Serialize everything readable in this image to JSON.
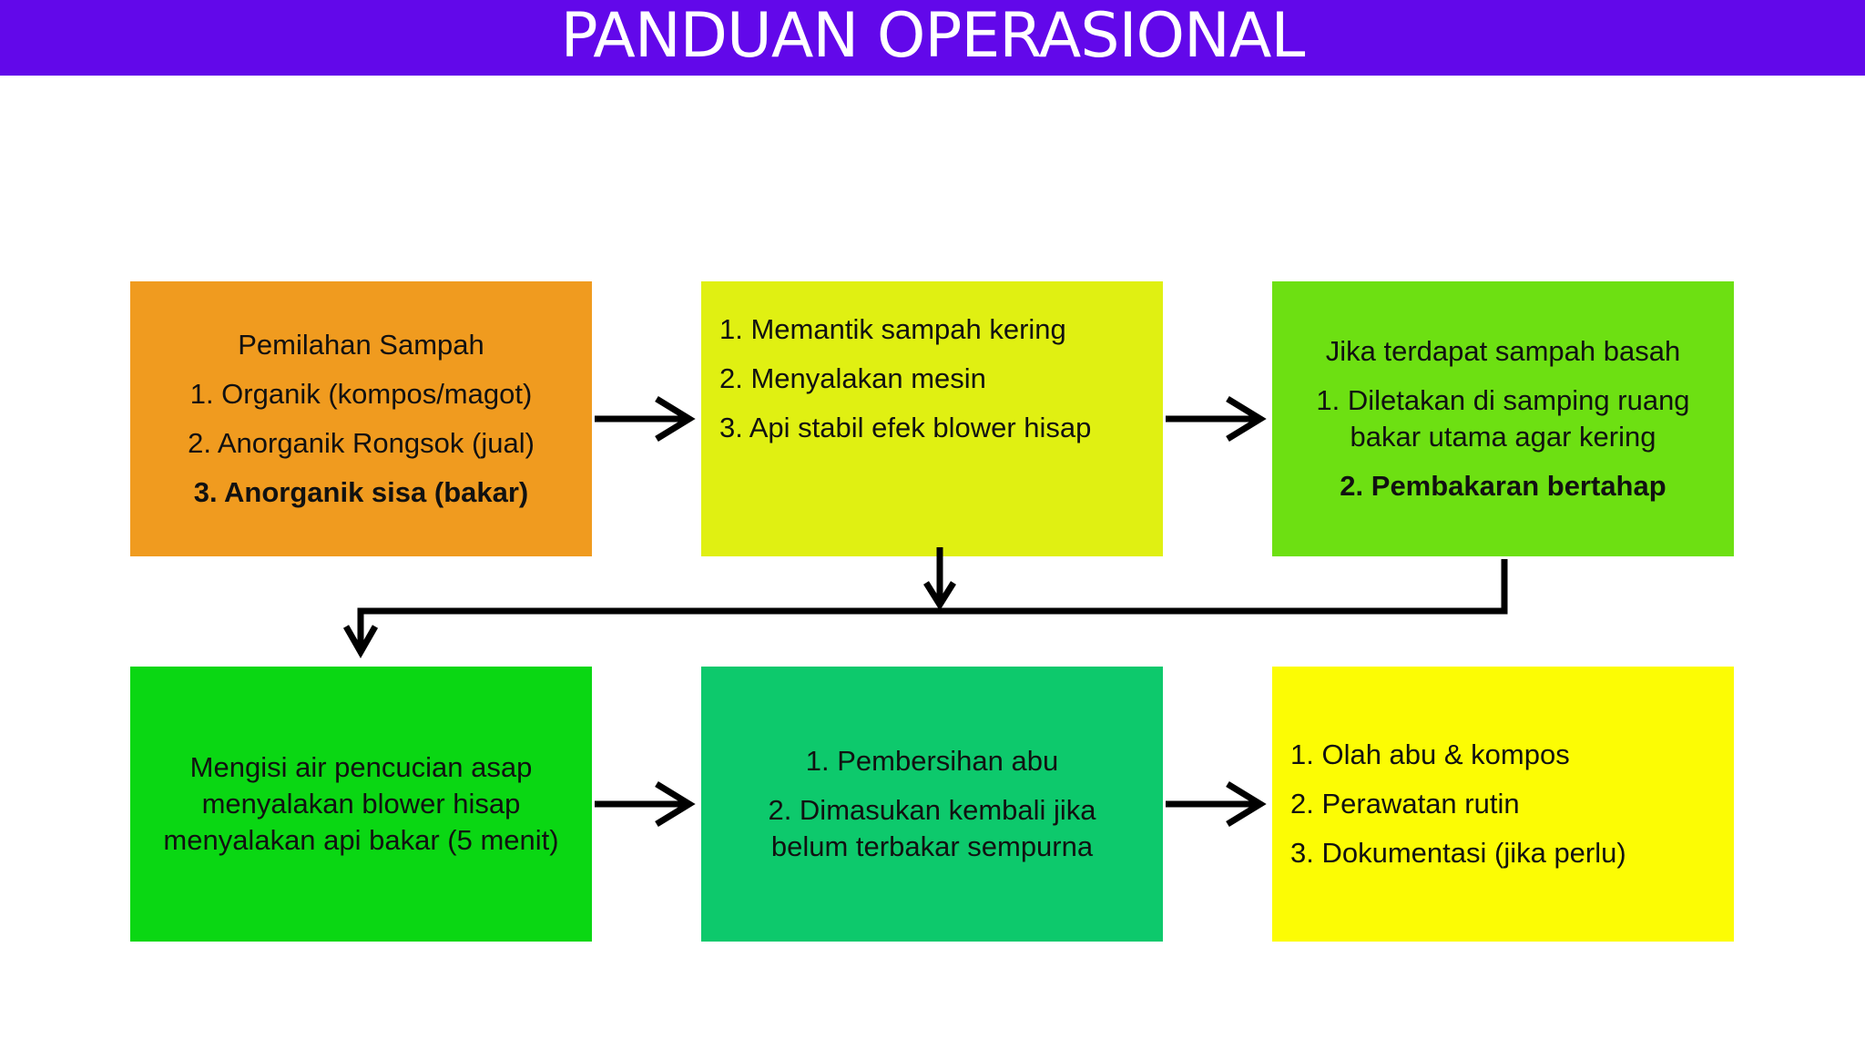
{
  "title": "PANDUAN OPERASIONAL",
  "colors": {
    "title_bar": "#6208ea",
    "box1": "#f09b1f",
    "box2": "#e0f012",
    "box3": "#6de012",
    "box4": "#0ad713",
    "box5": "#0dc96c",
    "box6": "#fcfc04",
    "arrow": "#000000"
  },
  "boxes": {
    "sorting": {
      "heading": "Pemilahan Sampah",
      "items": [
        "1. Organik (kompos/magot)",
        "2. Anorganik Rongsok (jual)",
        "3. Anorganik sisa (bakar)"
      ]
    },
    "start": {
      "items": [
        "1. Memantik sampah kering",
        "2. Menyalakan mesin",
        "3. Api stabil efek blower hisap"
      ]
    },
    "wet": {
      "heading": "Jika terdapat sampah basah",
      "item1_lines": [
        "1. Diletakan di samping ruang",
        "bakar utama agar kering"
      ],
      "item2": "2. Pembakaran bertahap"
    },
    "water": {
      "lines": [
        "Mengisi air pencucian asap",
        "menyalakan blower hisap",
        "menyalakan api bakar (5 menit)"
      ]
    },
    "cleaning": {
      "item1": "1. Pembersihan abu",
      "item2_lines": [
        "2. Dimasukan kembali jika",
        "belum terbakar sempurna"
      ]
    },
    "after": {
      "items": [
        "1. Olah abu & kompos",
        "2. Perawatan rutin",
        "3. Dokumentasi (jika perlu)"
      ]
    }
  }
}
